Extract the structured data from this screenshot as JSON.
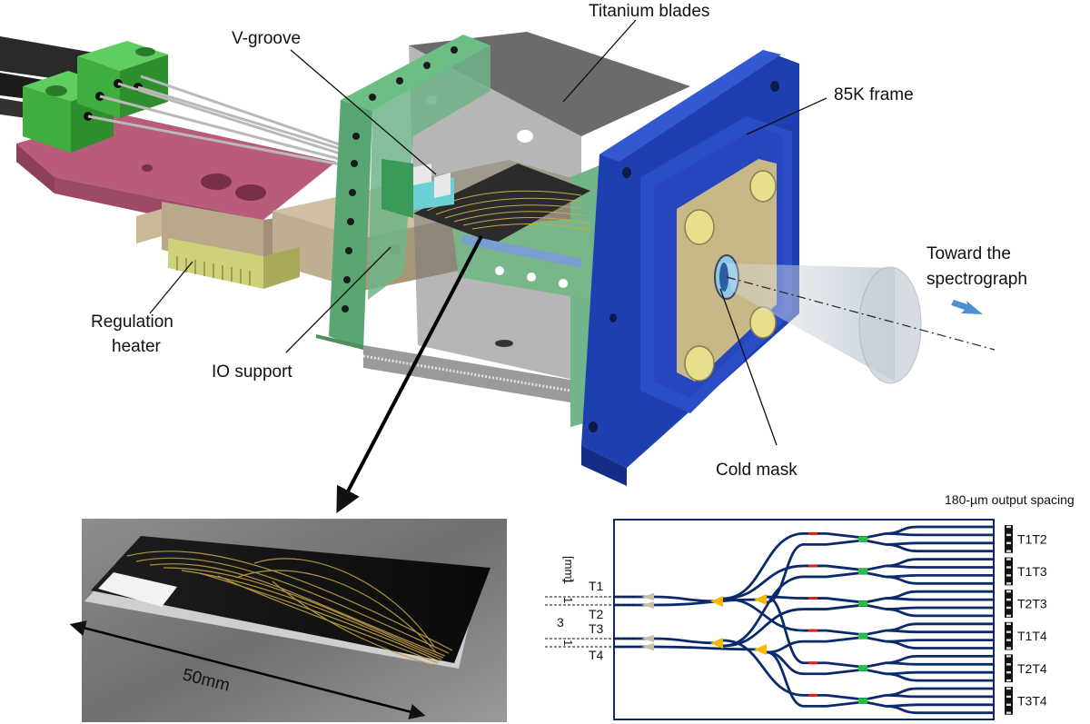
{
  "labels": {
    "titanium_blades": "Titanium blades",
    "v_groove": "V-groove",
    "frame_85k": "85K frame",
    "toward_line1": "Toward the",
    "toward_line2": "spectrograph",
    "regulation_line1": "Regulation",
    "regulation_line2": "heater",
    "io_support": "IO support",
    "cold_mask": "Cold mask",
    "scale_50mm": "50mm",
    "output_spacing": "180-µm output spacing"
  },
  "chip_schematic": {
    "inputs": [
      "T1",
      "T2",
      "T3",
      "T4"
    ],
    "outputs": [
      "T1T2",
      "T1T3",
      "T2T3",
      "T1T4",
      "T2T4",
      "T3T4"
    ],
    "dim_unit": "[mm]",
    "dim_values": [
      "1",
      "1",
      "3",
      "1"
    ]
  },
  "colors": {
    "waveguide": "#0b2a6b",
    "y_junction_input": "#c9bfa6",
    "y_junction_split": "#f5b800",
    "coupler": "#22c23a",
    "phase_shifter": "#e02020",
    "cryostat_blue": "#1e3fb0",
    "green_part": "#3fae3f",
    "pink_part": "#b85c7a"
  }
}
